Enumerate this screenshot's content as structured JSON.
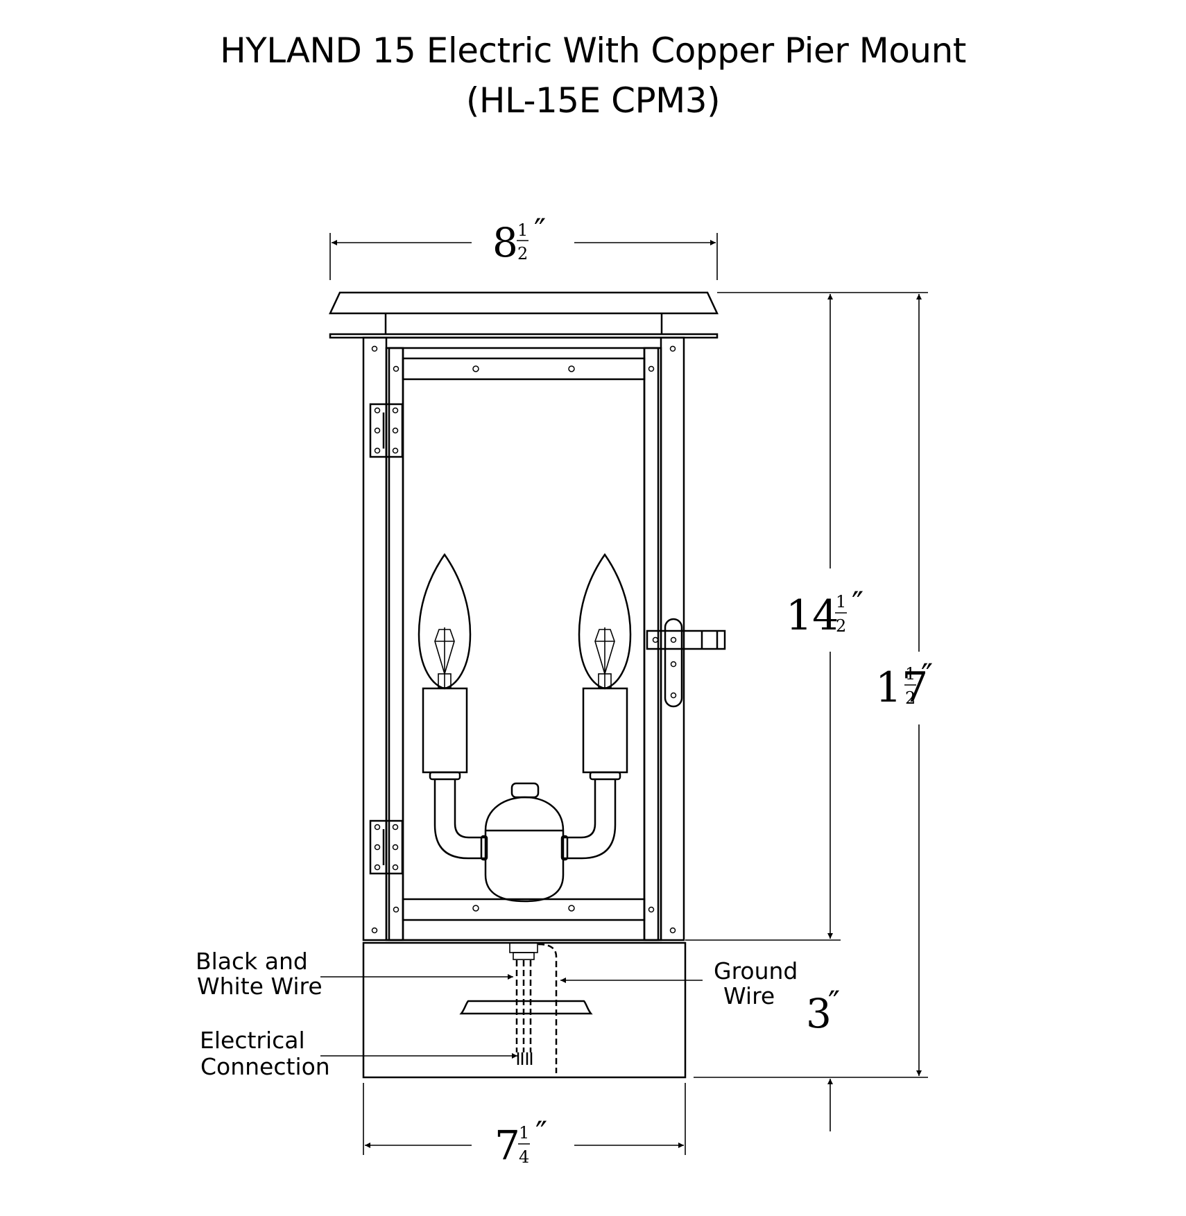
{
  "title": {
    "line1": "HYLAND 15 Electric With Copper Pier Mount",
    "line2": "(HL-15E  CPM3)"
  },
  "dimensions": {
    "top_width": {
      "whole": "8",
      "num": "1",
      "den": "2",
      "unit": "″"
    },
    "lantern_height": {
      "whole": "14",
      "num": "1",
      "den": "2",
      "unit": "″"
    },
    "total_height": {
      "whole": "17",
      "num": "1",
      "den": "2",
      "unit": "″"
    },
    "base_height": {
      "whole": "3",
      "unit": "″"
    },
    "base_width": {
      "whole": "7",
      "num": "1",
      "den": "4",
      "unit": "″"
    }
  },
  "callouts": {
    "black_white_wire": [
      "Black and",
      "White Wire"
    ],
    "ground_wire": [
      "Ground",
      "Wire"
    ],
    "electrical_connection": [
      "Electrical",
      "Connection"
    ]
  }
}
